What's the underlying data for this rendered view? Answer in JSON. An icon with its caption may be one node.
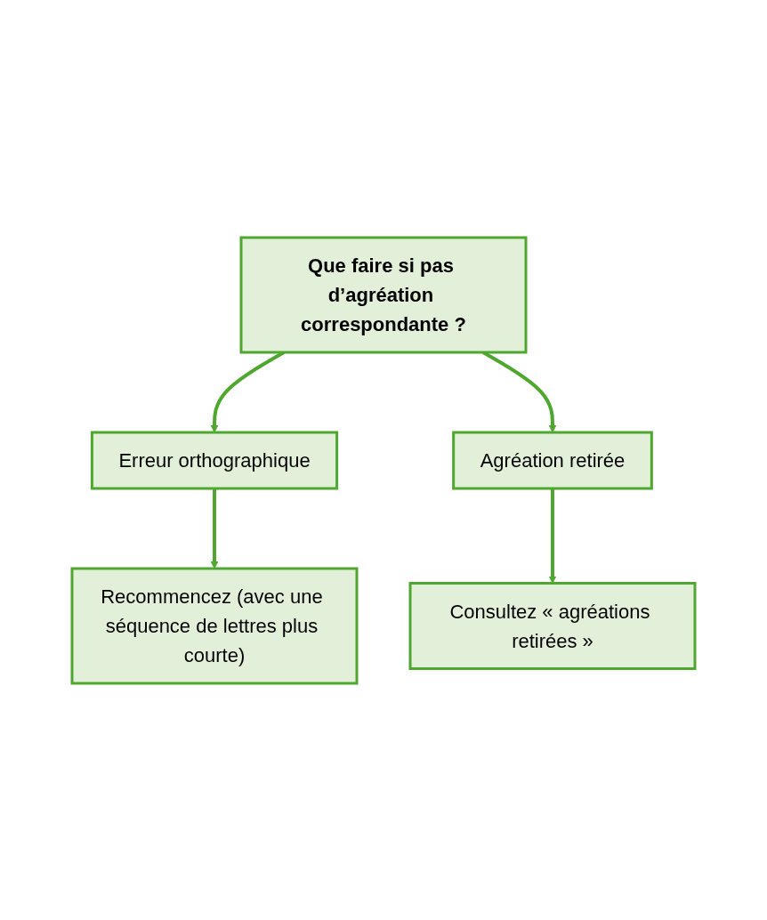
{
  "diagram": {
    "nodes": [
      {
        "text": [
          "Que faire si pas d’agréation correspondante ?"
        ]
      },
      {
        "text": [
          "Erreur orthographique"
        ]
      },
      {
        "text": [
          "Agréation retirée"
        ]
      },
      {
        "text": [
          "Recommencez (avec une séquence de lettres plus courte)"
        ]
      },
      {
        "text": [
          "Consultez « agréations retirées »"
        ]
      }
    ],
    "edges": [
      {
        "from": 0,
        "to": 1,
        "arrow": "to"
      },
      {
        "from": 0,
        "to": 2,
        "arrow": "to"
      },
      {
        "from": 1,
        "to": 3,
        "arrow": "to"
      },
      {
        "from": 2,
        "to": 4,
        "arrow": "to"
      }
    ]
  }
}
